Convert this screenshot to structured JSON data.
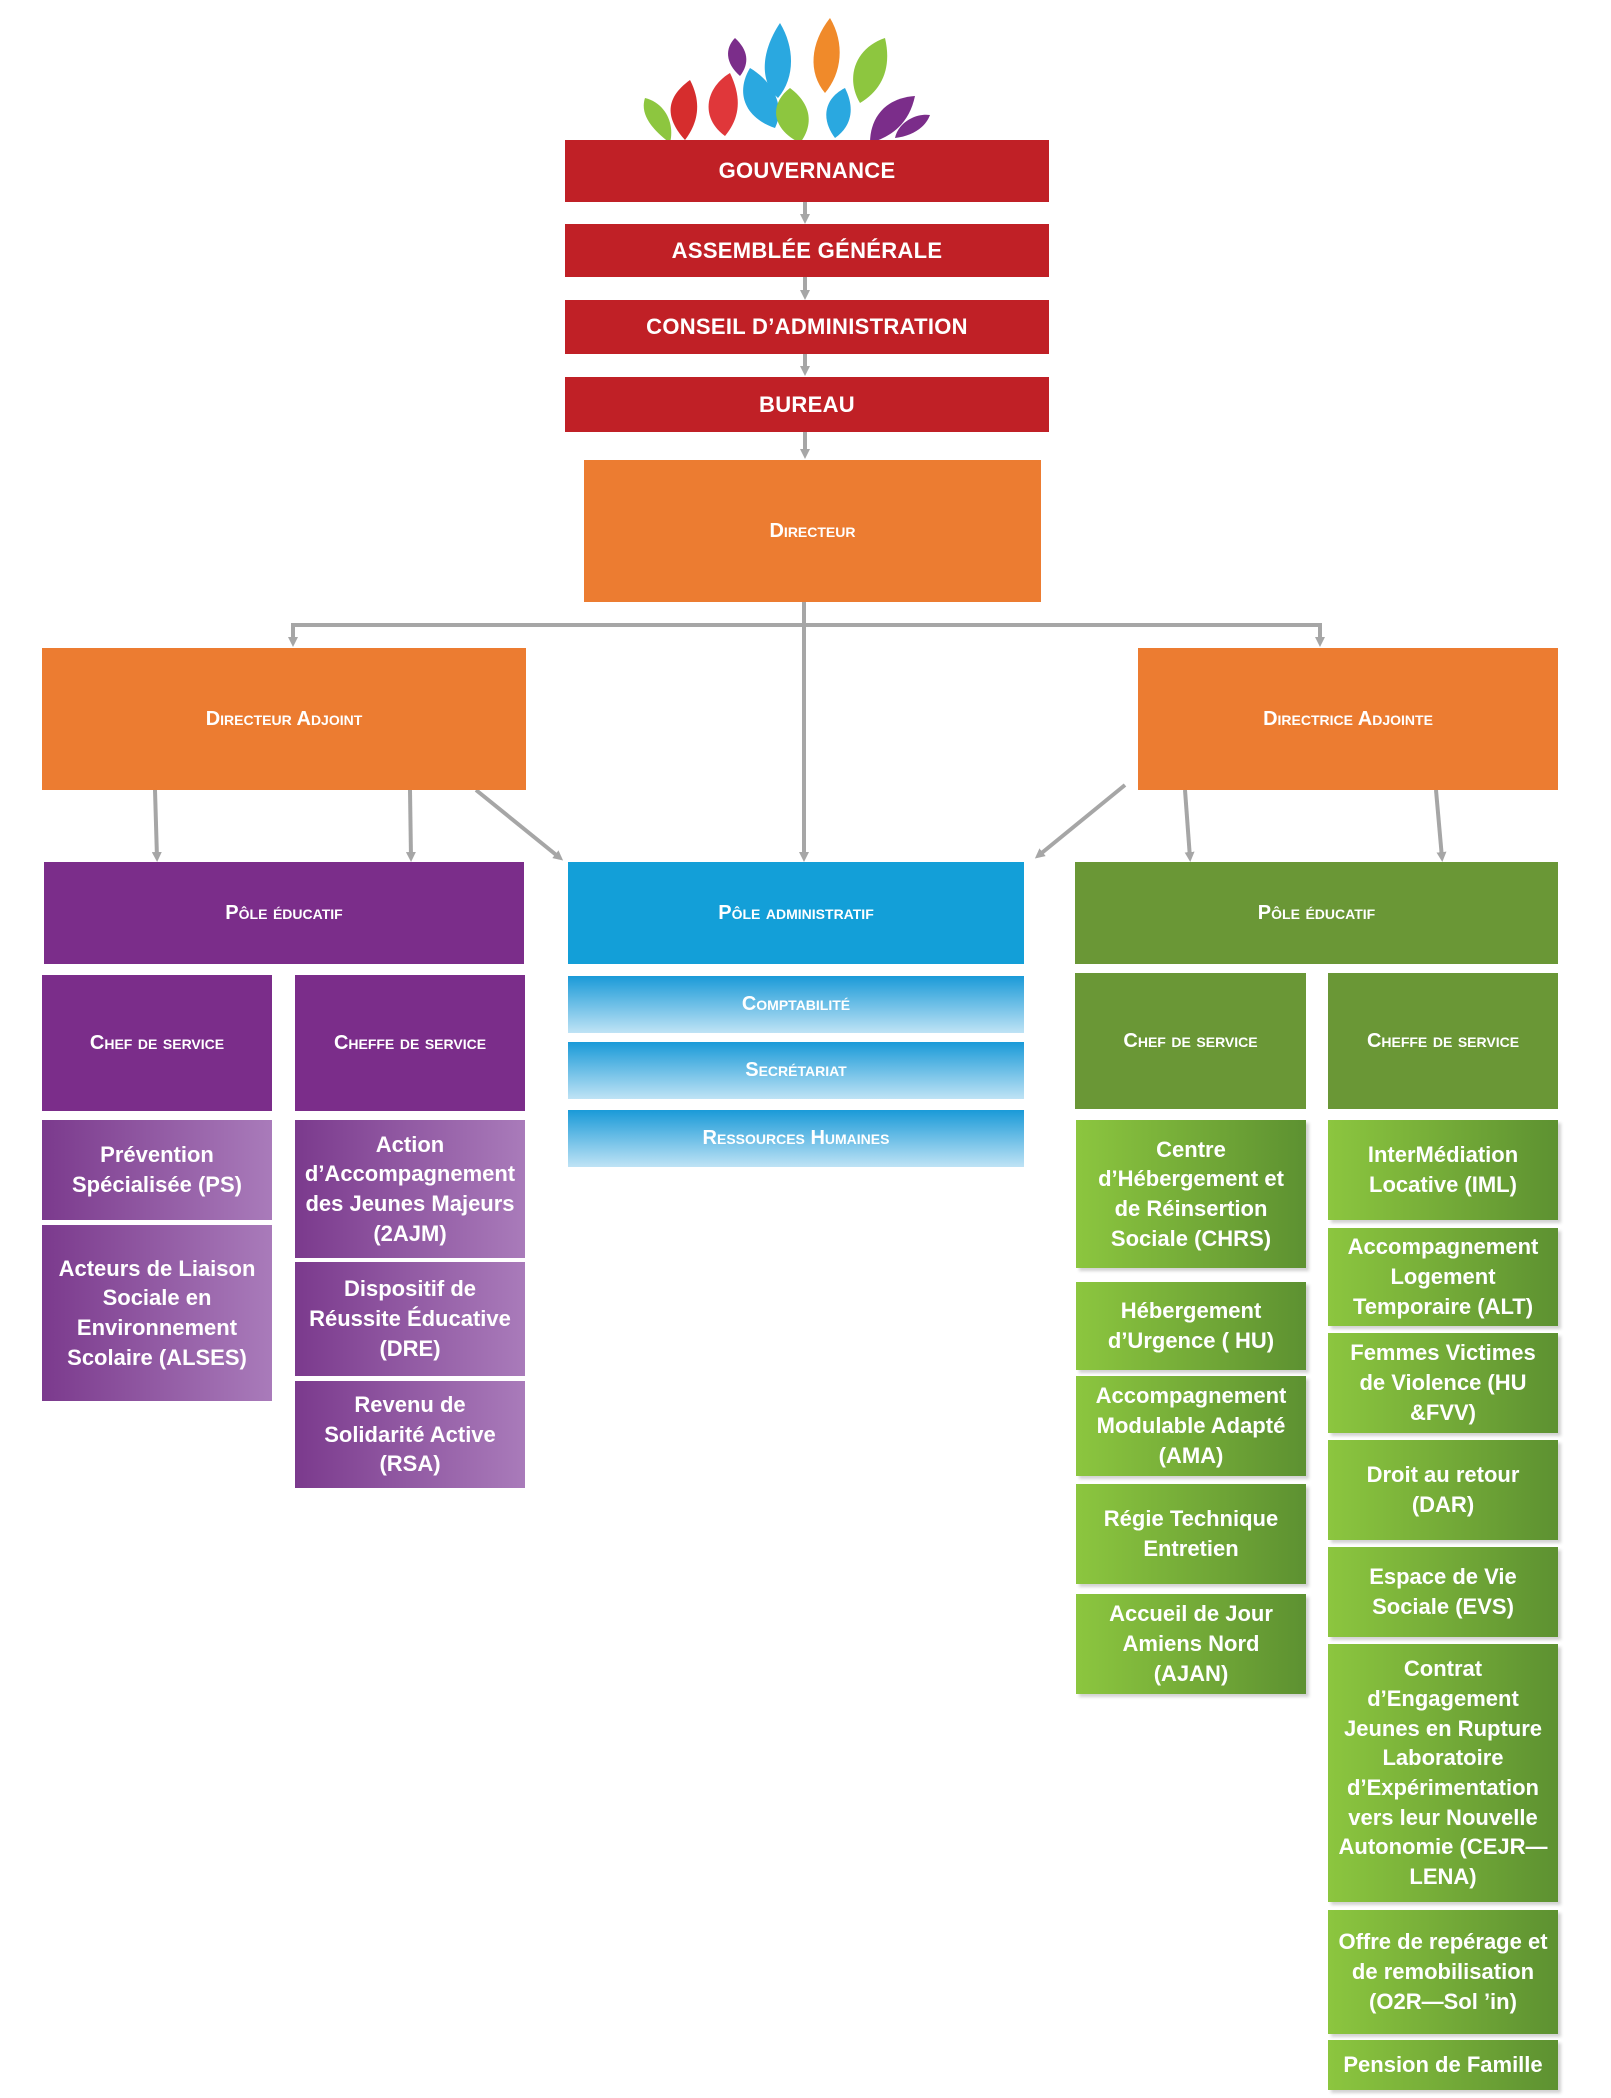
{
  "governance": [
    {
      "label": "GOUVERNANCE"
    },
    {
      "label": "ASSEMBLÉE GÉNÉRALE"
    },
    {
      "label": "CONSEIL D’ADMINISTRATION"
    },
    {
      "label": "BUREAU"
    }
  ],
  "director": {
    "label": "Directeur"
  },
  "deputy_left": {
    "label": "Directeur Adjoint"
  },
  "deputy_right": {
    "label": "Directrice Adjointe"
  },
  "pole_left": {
    "title": "Pôle éducatif",
    "col1": {
      "head": "Chef de service",
      "items": [
        "Prévention Spécialisée (PS)",
        "Acteurs de Liaison Sociale en Environnement Scolaire (ALSES)"
      ]
    },
    "col2": {
      "head": "Cheffe de service",
      "items": [
        "Action d’Accompagnement des Jeunes Majeurs (2AJM)",
        "Dispositif de Réussite Éducative (DRE)",
        "Revenu de Solidarité Active (RSA)"
      ]
    }
  },
  "pole_admin": {
    "title": "Pôle administratif",
    "items": [
      "Comptabilité",
      "Secrétariat",
      "Ressources Humaines"
    ]
  },
  "pole_right": {
    "title": "Pôle éducatif",
    "col1": {
      "head": "Chef de service",
      "items": [
        "Centre d’Hébergement et de Réinsertion Sociale (CHRS)",
        "Hébergement d’Urgence ( HU)",
        "Accompagnement Modulable Adapté (AMA)",
        "Régie Technique Entretien",
        "Accueil de Jour Amiens Nord (AJAN)"
      ]
    },
    "col2": {
      "head": "Cheffe de service",
      "items": [
        "InterMédiation Locative (IML)",
        "Accompagnement Logement Temporaire (ALT)",
        "Femmes Victimes de Violence (HU &FVV)",
        "Droit au retour (DAR)",
        "Espace de Vie Sociale (EVS)",
        "Contrat d’Engagement Jeunes en Rupture Laboratoire d’Expérimentation vers leur Nouvelle Autonomie (CEJR—LENA)",
        "Offre de repérage et de remobilisation (O2R—Sol ’in)",
        "Pension de Famille"
      ]
    }
  },
  "colors": {
    "governance": "#c02026",
    "direction": "#ec7c31",
    "pole_left": "#7b2d8a",
    "pole_admin": "#139fd8",
    "pole_right": "#6a9736",
    "connector": "#a6a6a6"
  },
  "logo": {
    "icon": "leaves-logo-icon"
  }
}
